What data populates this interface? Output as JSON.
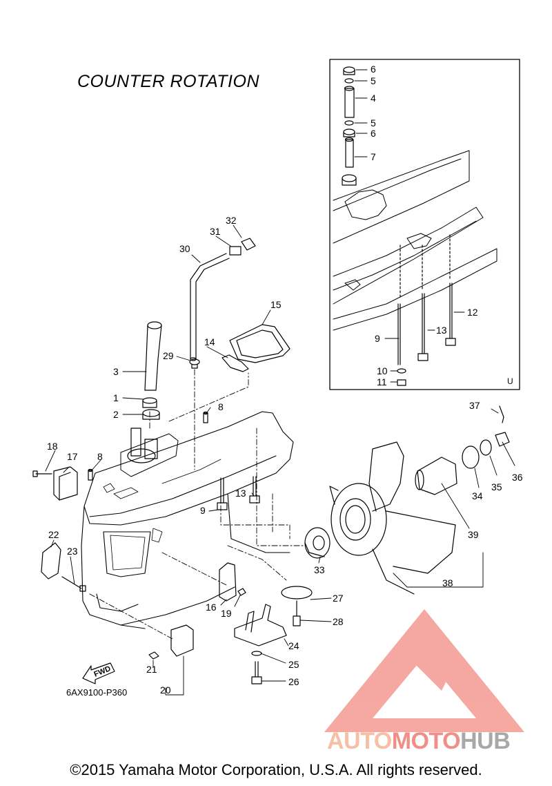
{
  "title": "COUNTER ROTATION",
  "diagram_code": "6AX9100-P360",
  "inset_label": "U",
  "fwd_label": "FWD",
  "copyright": "©2015 Yamaha Motor Corporation, U.S.A. All rights reserved.",
  "watermark": {
    "part1": "AUTO",
    "part2": "MOTO",
    "part3": "HUB"
  },
  "callouts": [
    "1",
    "2",
    "3",
    "4",
    "5",
    "6",
    "7",
    "8",
    "9",
    "10",
    "11",
    "12",
    "13",
    "14",
    "15",
    "16",
    "17",
    "18",
    "19",
    "20",
    "21",
    "22",
    "23",
    "24",
    "25",
    "26",
    "27",
    "28",
    "29",
    "30",
    "31",
    "32",
    "33",
    "34",
    "35",
    "36",
    "37",
    "38",
    "39"
  ],
  "colors": {
    "line": "#000000",
    "watermark_red": "#f08f87",
    "watermark_orange": "#f7c0a4",
    "watermark_gray": "#a8a8a8"
  }
}
